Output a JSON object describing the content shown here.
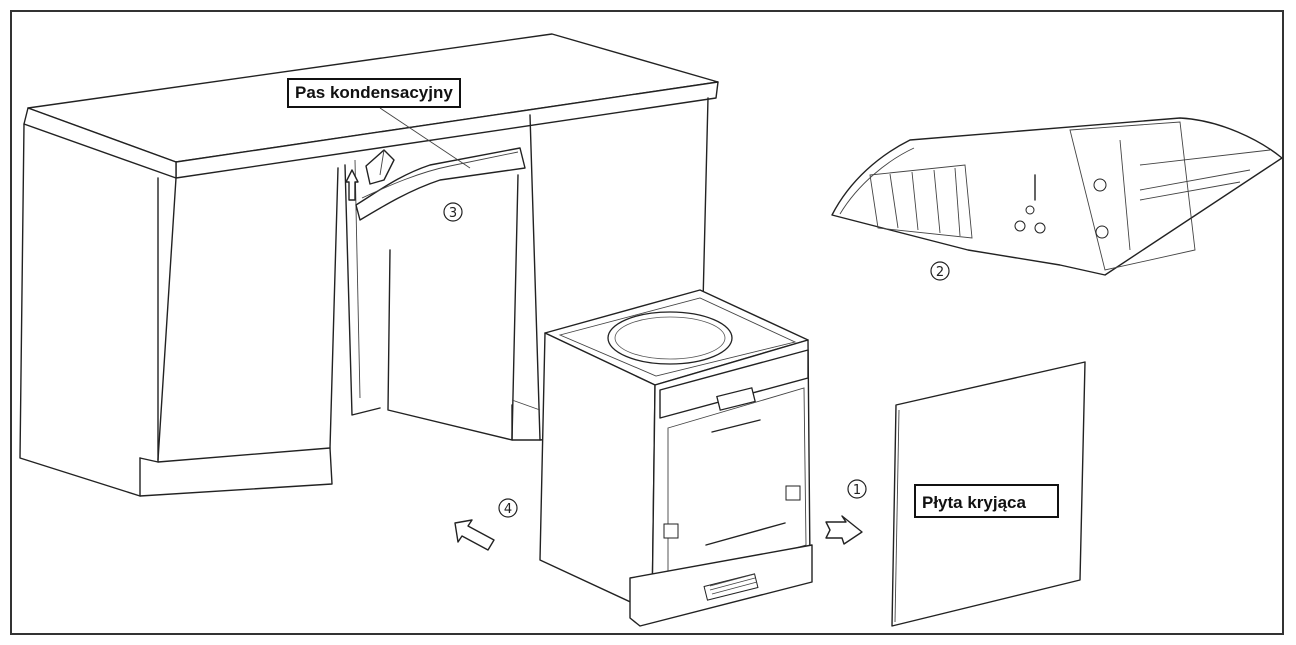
{
  "labels": {
    "condensation_strip": "Pas kondensacyjny",
    "cover_panel": "Płyta kryjąca"
  },
  "steps": {
    "step1": "1",
    "step2": "2",
    "step3": "3",
    "step4": "4"
  }
}
